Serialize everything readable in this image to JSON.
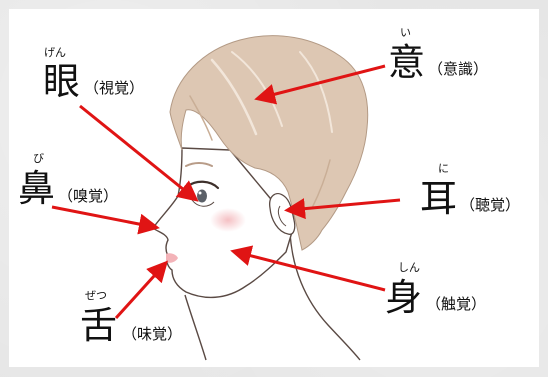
{
  "labels": {
    "eye": {
      "kanji": "眼",
      "reading": "げん",
      "sense": "（視覚）"
    },
    "nose": {
      "kanji": "鼻",
      "reading": "び",
      "sense": "（嗅覚）"
    },
    "tongue": {
      "kanji": "舌",
      "reading": "ぜつ",
      "sense": "（味覚）"
    },
    "mind": {
      "kanji": "意",
      "reading": "い",
      "sense": "（意識）"
    },
    "ear": {
      "kanji": "耳",
      "reading": "に",
      "sense": "（聴覚）"
    },
    "body": {
      "kanji": "身",
      "reading": "しん",
      "sense": "（触覚）"
    }
  },
  "colors": {
    "arrow": "#e01414",
    "hair": "#ddc7b3",
    "hair_shade": "#c9ae96",
    "skin": "#ffffff",
    "line": "#5a4a44",
    "cheek": "#f6c7c9",
    "lips": "#f3b3b8"
  }
}
